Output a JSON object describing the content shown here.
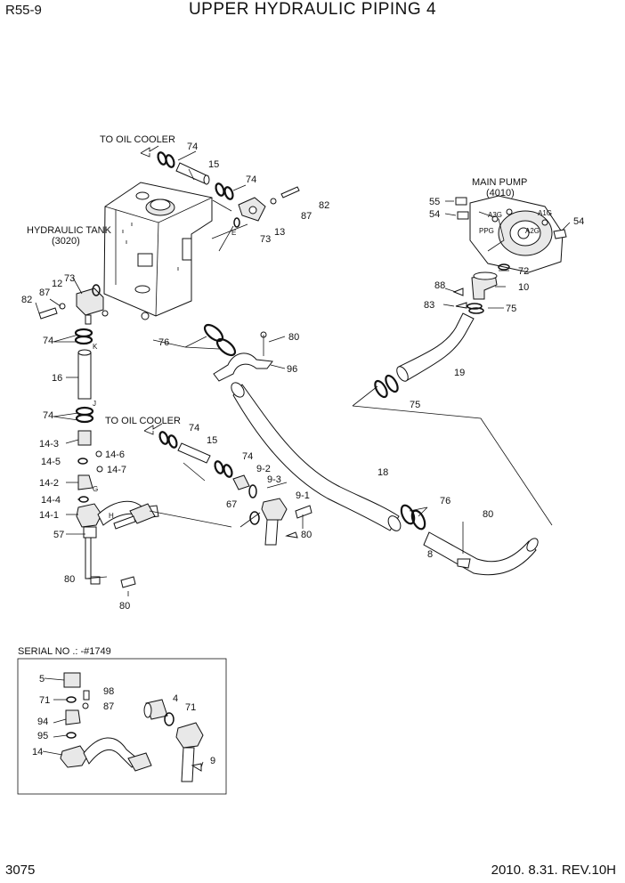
{
  "header": {
    "model": "R55-9",
    "title": "UPPER HYDRAULIC PIPING 4"
  },
  "footer": {
    "page_number": "3075",
    "revision": "2010. 8.31.  REV.10H"
  },
  "callouts": {
    "to_oil_cooler_1": "TO OIL COOLER",
    "to_oil_cooler_2": "TO OIL COOLER",
    "hydraulic_tank": "HYDRAULIC TANK",
    "hydraulic_tank_no": "(3020)",
    "main_pump": "MAIN PUMP",
    "main_pump_no": "(4010)",
    "serial_box": "SERIAL NO .: -#1749",
    "port_e": "E",
    "port_k": "K",
    "port_j": "J",
    "port_g": "G",
    "port_h": "H",
    "port_a1g": "A1G",
    "port_a2g": "A2G",
    "port_a3g": "A3G",
    "port_ppg": "PPG"
  },
  "parts": {
    "p74a": "74",
    "p15a": "15",
    "p74b": "74",
    "p82a": "82",
    "p87a": "87",
    "p73a": "73",
    "p13": "13",
    "p55": "55",
    "p54a": "54",
    "p54b": "54",
    "p72": "72",
    "p88": "88",
    "p10": "10",
    "p83": "83",
    "p75a": "75",
    "p73b": "73",
    "p12": "12",
    "p87b": "87",
    "p82b": "82",
    "p74c": "74",
    "p76a": "76",
    "p80a": "80",
    "p96": "96",
    "p16": "16",
    "p19": "19",
    "p75b": "75",
    "p74d": "74",
    "p74e": "74",
    "p15b": "15",
    "p74f": "74",
    "p14_3": "14-3",
    "p14_6": "14-6",
    "p14_5": "14-5",
    "p14_7": "14-7",
    "p14_2": "14-2",
    "p9_2": "9-2",
    "p9_3": "9-3",
    "p9_1": "9-1",
    "p18": "18",
    "p14_4": "14-4",
    "p14_1": "14-1",
    "p67": "67",
    "p80b": "80",
    "p76b": "76",
    "p80c": "80",
    "p57": "57",
    "p8": "8",
    "p80d": "80",
    "p80e": "80",
    "s5": "5",
    "s98": "98",
    "s71a": "71",
    "s87": "87",
    "s4": "4",
    "s71b": "71",
    "s94": "94",
    "s95": "95",
    "s14": "14",
    "s9": "9"
  }
}
